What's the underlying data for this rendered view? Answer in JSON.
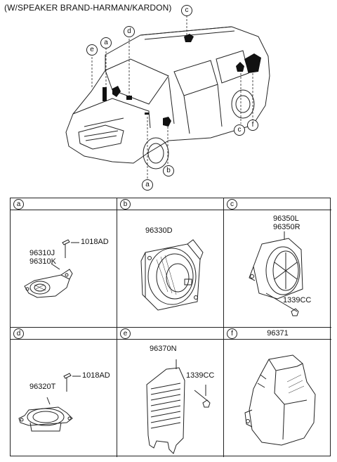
{
  "title": "(W/SPEAKER BRAND-HARMAN/KARDON)",
  "callouts": {
    "a1": "a",
    "a2": "a",
    "b": "b",
    "c1": "c",
    "c2": "c",
    "d": "d",
    "e": "e",
    "f": "f"
  },
  "panels": [
    {
      "letter": "a",
      "header_code": "",
      "parts": [
        "1018AD",
        "96310J",
        "96310K"
      ]
    },
    {
      "letter": "b",
      "header_code": "",
      "parts": [
        "96330D"
      ]
    },
    {
      "letter": "c",
      "header_code": "",
      "parts": [
        "96350L",
        "96350R",
        "1339CC"
      ]
    },
    {
      "letter": "d",
      "header_code": "",
      "parts": [
        "1018AD",
        "96320T"
      ]
    },
    {
      "letter": "e",
      "header_code": "",
      "parts": [
        "96370N",
        "1339CC"
      ]
    },
    {
      "letter": "f",
      "header_code": "96371",
      "parts": []
    }
  ]
}
